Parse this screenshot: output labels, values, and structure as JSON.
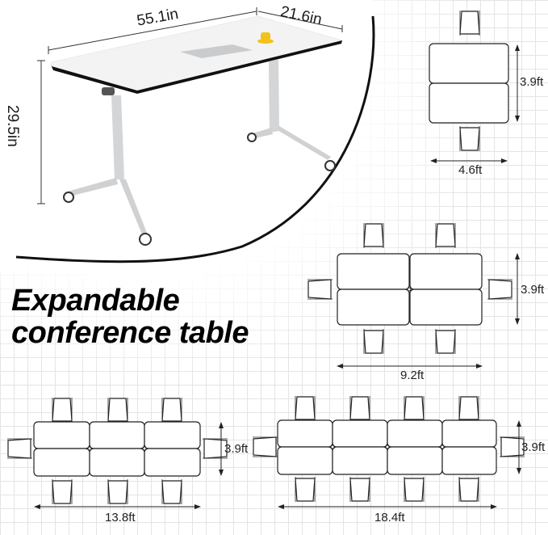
{
  "title": {
    "line1": "Expandable",
    "line2": "conference table"
  },
  "product_dimensions": {
    "length": "55.1in",
    "depth": "21.6in",
    "height": "29.5in"
  },
  "layouts": [
    {
      "name": "single",
      "tables": 1,
      "chairs": 2,
      "width_label": "4.6ft",
      "depth_label": "3.9ft"
    },
    {
      "name": "double",
      "tables": 2,
      "chairs": 6,
      "width_label": "9.2ft",
      "depth_label": "3.9ft"
    },
    {
      "name": "triple",
      "tables": 3,
      "chairs": 8,
      "width_label": "13.8ft",
      "depth_label": "3.9ft"
    },
    {
      "name": "quad",
      "tables": 4,
      "chairs": 10,
      "width_label": "18.4ft",
      "depth_label": "3.9ft"
    }
  ],
  "colors": {
    "grid": "#e4e4e4",
    "outline": "#222222",
    "tabletop": "#f4f4f4",
    "frame": "#d6d8da",
    "cup": "#f2c21a",
    "laptop": "#c9cbcd"
  }
}
